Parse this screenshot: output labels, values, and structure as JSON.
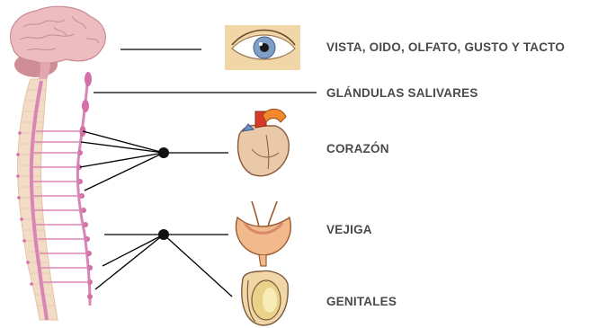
{
  "labels": [
    {
      "id": "senses",
      "text": "VISTA, OIDO, OLFATO, GUSTO Y TACTO",
      "icon": "eye-icon"
    },
    {
      "id": "salivary",
      "text": "GLÁNDULAS SALIVARES",
      "icon": "none"
    },
    {
      "id": "heart",
      "text": "CORAZÓN",
      "icon": "heart-icon"
    },
    {
      "id": "bladder",
      "text": "VEJIGA",
      "icon": "bladder-icon"
    },
    {
      "id": "genitals",
      "text": "GENITALES",
      "icon": "genitals-icon"
    }
  ],
  "colors": {
    "text": "#4a4a4a",
    "line": "#000000",
    "brain": "#e9b3b8",
    "spine_outer": "#f2dcc5",
    "spine_nerve": "#d985b5",
    "heart_red": "#d83a2a",
    "heart_orange": "#f4882c",
    "heart_blue": "#6f8fc2",
    "eye_iris": "#7f9fc7",
    "skin": "#f1d7a8"
  }
}
